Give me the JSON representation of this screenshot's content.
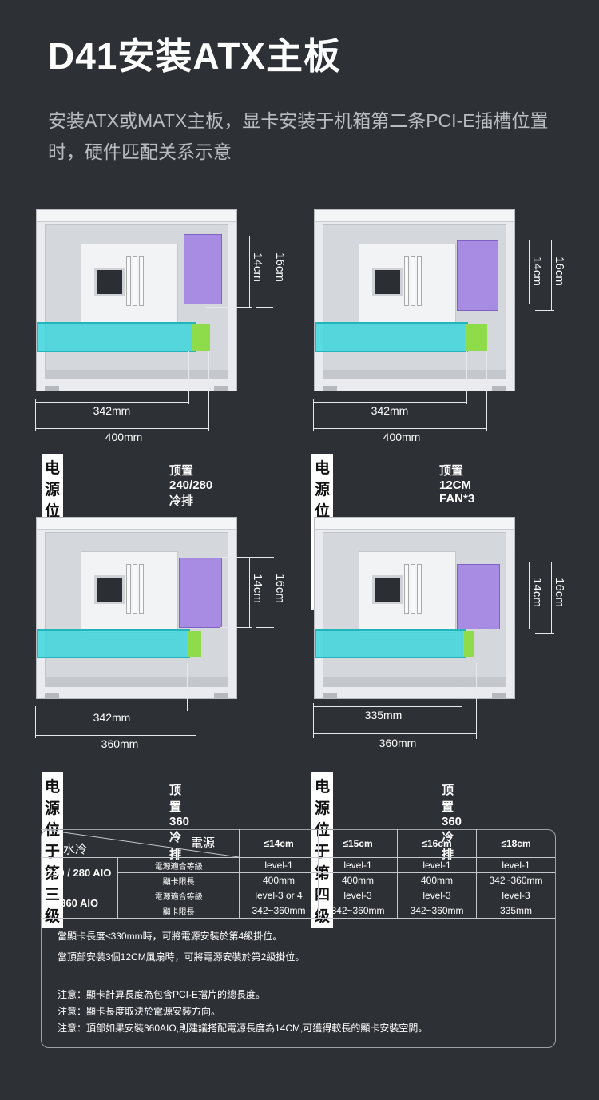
{
  "header": {
    "title": "D41安装ATX主板",
    "subtitle": "安装ATX或MATX主板，显卡安装于机箱第二条PCI-E插槽位置时，硬件匹配关系示意"
  },
  "panels": [
    {
      "gpu_len": "342mm",
      "case_len": "400mm",
      "rad_h1": "14cm",
      "rad_h2": "16cm",
      "psu_label": "电源位于第一级",
      "top_note": "顶置240/280冷排"
    },
    {
      "gpu_len": "342mm",
      "case_len": "400mm",
      "rad_h1": "14cm",
      "rad_h2": "16cm",
      "psu_label": "电源位于第二级",
      "top_note": "顶置12CM FAN*3"
    },
    {
      "gpu_len": "342mm",
      "case_len": "360mm",
      "rad_h1": "14cm",
      "rad_h2": "16cm",
      "psu_label": "电源位于第三级",
      "top_note": "顶置360冷排"
    },
    {
      "gpu_len": "335mm",
      "case_len": "360mm",
      "rad_h1": "14cm",
      "rad_h2": "16cm",
      "psu_label": "电源位于第四级",
      "top_note": "顶置360冷排"
    }
  ],
  "table": {
    "corner_top": "電源",
    "corner_bottom": "水冷",
    "columns": [
      "≤14cm",
      "≤15cm",
      "≤16cm",
      "≤18cm"
    ],
    "rows": [
      {
        "group": "240 / 280 AIO",
        "items": [
          {
            "label": "電源適合等級",
            "values": [
              "level-1",
              "level-1",
              "level-1",
              "level-1"
            ]
          },
          {
            "label": "顯卡限長",
            "values": [
              "400mm",
              "400mm",
              "400mm",
              "342~360mm"
            ]
          }
        ]
      },
      {
        "group": "360 AIO",
        "items": [
          {
            "label": "電源適合等級",
            "values": [
              "level-3 or 4",
              "level-3",
              "level-3",
              "level-3"
            ]
          },
          {
            "label": "顯卡限長",
            "values": [
              "342~360mm",
              "342~360mm",
              "342~360mm",
              "335mm"
            ]
          }
        ]
      }
    ],
    "notes_a": [
      "當顯卡長度≤330mm時，可將電源安裝於第4級掛位。",
      "當頂部安裝3個12CM風扇時，可將電源安裝於第2級掛位。"
    ],
    "notes_b": [
      "注意：顯卡計算長度為包含PCI-E擋片的總長度。",
      "注意：顯卡長度取決於電源安裝方向。",
      "注意：頂部如果安裝360AIO,則建議搭配電源長度為14CM,可獲得較長的顯卡安裝空間。"
    ]
  }
}
